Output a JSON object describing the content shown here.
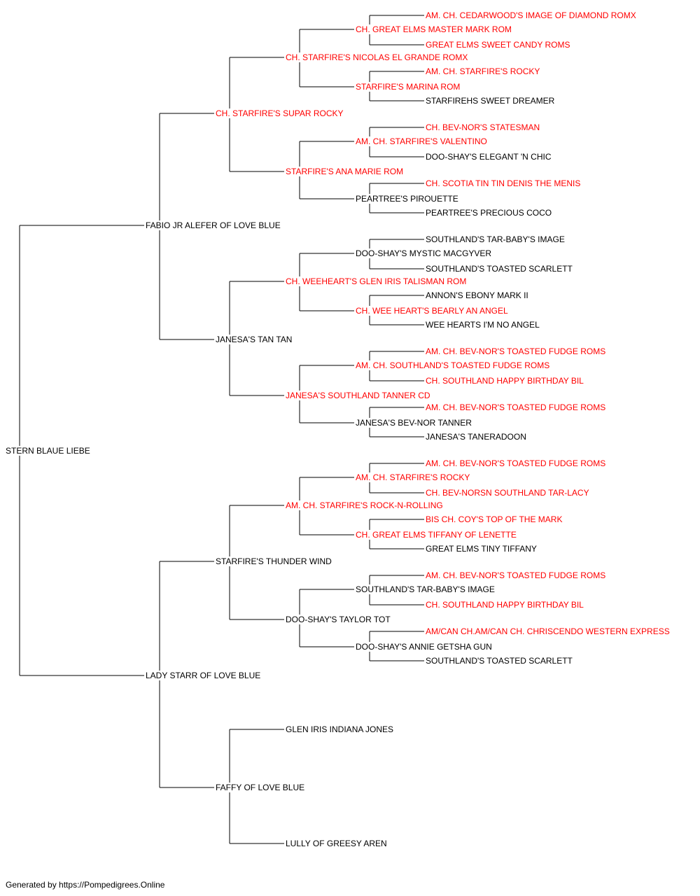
{
  "colors": {
    "titled": "#ff0000",
    "normal": "#000000",
    "line": "#000000"
  },
  "pedigree": [
    {
      "gen": 0,
      "idx": 0,
      "name": "STERN BLAUE LIEBE",
      "titled": false
    },
    {
      "gen": 1,
      "idx": 0,
      "name": "FABIO JR ALEFER OF LOVE BLUE",
      "titled": false
    },
    {
      "gen": 1,
      "idx": 1,
      "name": "LADY STARR OF LOVE BLUE",
      "titled": false
    },
    {
      "gen": 2,
      "idx": 0,
      "name": "CH. STARFIRE'S SUPAR ROCKY",
      "titled": true
    },
    {
      "gen": 2,
      "idx": 1,
      "name": "JANESA'S TAN TAN",
      "titled": false
    },
    {
      "gen": 2,
      "idx": 2,
      "name": "STARFIRE'S THUNDER WIND",
      "titled": false
    },
    {
      "gen": 2,
      "idx": 3,
      "name": "FAFFY OF LOVE BLUE",
      "titled": false
    },
    {
      "gen": 3,
      "idx": 0,
      "name": "CH. STARFIRE'S NICOLAS EL GRANDE ROMX",
      "titled": true
    },
    {
      "gen": 3,
      "idx": 1,
      "name": "STARFIRE'S ANA MARIE ROM",
      "titled": true
    },
    {
      "gen": 3,
      "idx": 2,
      "name": "CH. WEEHEART'S GLEN IRIS TALISMAN ROM",
      "titled": true
    },
    {
      "gen": 3,
      "idx": 3,
      "name": "JANESA'S SOUTHLAND TANNER CD",
      "titled": true
    },
    {
      "gen": 3,
      "idx": 4,
      "name": "AM. CH. STARFIRE'S ROCK-N-ROLLING",
      "titled": true
    },
    {
      "gen": 3,
      "idx": 5,
      "name": "DOO-SHAY'S TAYLOR TOT",
      "titled": false
    },
    {
      "gen": 3,
      "idx": 6,
      "name": "GLEN IRIS INDIANA JONES",
      "titled": false
    },
    {
      "gen": 3,
      "idx": 7,
      "name": "LULLY OF GREESY AREN",
      "titled": false
    },
    {
      "gen": 4,
      "idx": 0,
      "name": "CH. GREAT ELMS MASTER MARK ROM",
      "titled": true
    },
    {
      "gen": 4,
      "idx": 1,
      "name": "STARFIRE'S MARINA ROM",
      "titled": true
    },
    {
      "gen": 4,
      "idx": 2,
      "name": "AM. CH. STARFIRE'S VALENTINO",
      "titled": true
    },
    {
      "gen": 4,
      "idx": 3,
      "name": "PEARTREE'S PIROUETTE",
      "titled": false
    },
    {
      "gen": 4,
      "idx": 4,
      "name": "DOO-SHAY'S MYSTIC MACGYVER",
      "titled": false
    },
    {
      "gen": 4,
      "idx": 5,
      "name": "CH. WEE HEART'S BEARLY AN ANGEL",
      "titled": true
    },
    {
      "gen": 4,
      "idx": 6,
      "name": "AM. CH. SOUTHLAND'S TOASTED FUDGE ROMS",
      "titled": true
    },
    {
      "gen": 4,
      "idx": 7,
      "name": "JANESA'S BEV-NOR TANNER",
      "titled": false
    },
    {
      "gen": 4,
      "idx": 8,
      "name": "AM. CH. STARFIRE'S ROCKY",
      "titled": true
    },
    {
      "gen": 4,
      "idx": 9,
      "name": "CH. GREAT ELMS TIFFANY OF LENETTE",
      "titled": true
    },
    {
      "gen": 4,
      "idx": 10,
      "name": "SOUTHLAND'S TAR-BABY'S IMAGE",
      "titled": false
    },
    {
      "gen": 4,
      "idx": 11,
      "name": "DOO-SHAY'S ANNIE GETSHA GUN",
      "titled": false
    },
    {
      "gen": 5,
      "idx": 0,
      "name": "AM. CH. CEDARWOOD'S IMAGE OF DIAMOND ROMX",
      "titled": true
    },
    {
      "gen": 5,
      "idx": 1,
      "name": "GREAT ELMS SWEET CANDY ROMS",
      "titled": true
    },
    {
      "gen": 5,
      "idx": 2,
      "name": "AM. CH. STARFIRE'S ROCKY",
      "titled": true
    },
    {
      "gen": 5,
      "idx": 3,
      "name": "STARFIREHS SWEET DREAMER",
      "titled": false
    },
    {
      "gen": 5,
      "idx": 4,
      "name": "CH. BEV-NOR'S STATESMAN",
      "titled": true
    },
    {
      "gen": 5,
      "idx": 5,
      "name": "DOO-SHAY'S ELEGANT 'N CHIC",
      "titled": false
    },
    {
      "gen": 5,
      "idx": 6,
      "name": "CH. SCOTIA TIN TIN DENIS THE MENIS",
      "titled": true
    },
    {
      "gen": 5,
      "idx": 7,
      "name": "PEARTREE'S PRECIOUS COCO",
      "titled": false
    },
    {
      "gen": 5,
      "idx": 8,
      "name": "SOUTHLAND'S TAR-BABY'S IMAGE",
      "titled": false
    },
    {
      "gen": 5,
      "idx": 9,
      "name": "SOUTHLAND'S TOASTED SCARLETT",
      "titled": false
    },
    {
      "gen": 5,
      "idx": 10,
      "name": "ANNON'S EBONY MARK II",
      "titled": false
    },
    {
      "gen": 5,
      "idx": 11,
      "name": "WEE HEARTS I'M NO ANGEL",
      "titled": false
    },
    {
      "gen": 5,
      "idx": 12,
      "name": "AM. CH. BEV-NOR'S TOASTED FUDGE ROMS",
      "titled": true
    },
    {
      "gen": 5,
      "idx": 13,
      "name": "CH. SOUTHLAND HAPPY BIRTHDAY BIL",
      "titled": true
    },
    {
      "gen": 5,
      "idx": 14,
      "name": "AM. CH. BEV-NOR'S TOASTED FUDGE ROMS",
      "titled": true
    },
    {
      "gen": 5,
      "idx": 15,
      "name": "JANESA'S TANERADOON",
      "titled": false
    },
    {
      "gen": 5,
      "idx": 16,
      "name": "AM. CH. BEV-NOR'S TOASTED FUDGE ROMS",
      "titled": true
    },
    {
      "gen": 5,
      "idx": 17,
      "name": "CH. BEV-NORSN SOUTHLAND TAR-LACY",
      "titled": true
    },
    {
      "gen": 5,
      "idx": 18,
      "name": "BIS CH. COY'S TOP OF THE MARK",
      "titled": true
    },
    {
      "gen": 5,
      "idx": 19,
      "name": "GREAT ELMS TINY TIFFANY",
      "titled": false
    },
    {
      "gen": 5,
      "idx": 20,
      "name": "AM. CH. BEV-NOR'S TOASTED FUDGE ROMS",
      "titled": true
    },
    {
      "gen": 5,
      "idx": 21,
      "name": "CH. SOUTHLAND HAPPY BIRTHDAY BIL",
      "titled": true
    },
    {
      "gen": 5,
      "idx": 22,
      "name": "AM/CAN CH.AM/CAN CH. CHRISCENDO WESTERN EXPRESS",
      "titled": true
    },
    {
      "gen": 5,
      "idx": 23,
      "name": "SOUTHLAND'S TOASTED SCARLETT",
      "titled": false
    }
  ],
  "footer": "Generated by https://Pompedigrees.Online"
}
